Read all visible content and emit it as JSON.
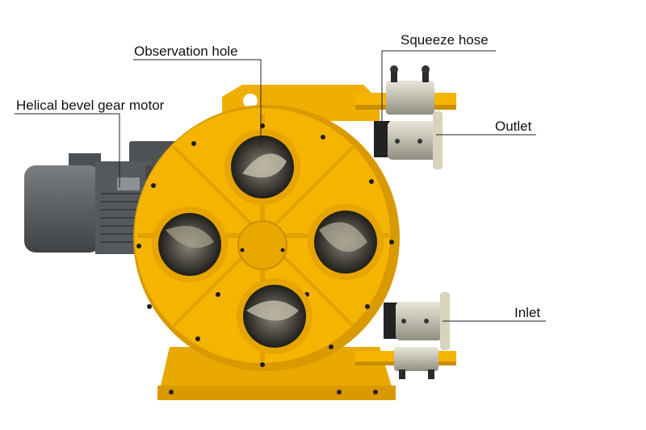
{
  "callouts": [
    {
      "id": "observation-hole",
      "label": "Observation hole"
    },
    {
      "id": "squeeze-hose",
      "label": "Squeeze hose"
    },
    {
      "id": "helical-bevel-gear-motor",
      "label": "Helical bevel gear motor"
    },
    {
      "id": "outlet",
      "label": "Outlet"
    },
    {
      "id": "inlet",
      "label": "Inlet"
    }
  ],
  "colors": {
    "pump_body": "#f5b400",
    "pump_shadow": "#d99a00",
    "motor_body": "#5f6366",
    "motor_dark": "#44484b",
    "fitting_metal": "#c9c9c0",
    "window_dark": "#2c2b26",
    "line": "#222222"
  }
}
